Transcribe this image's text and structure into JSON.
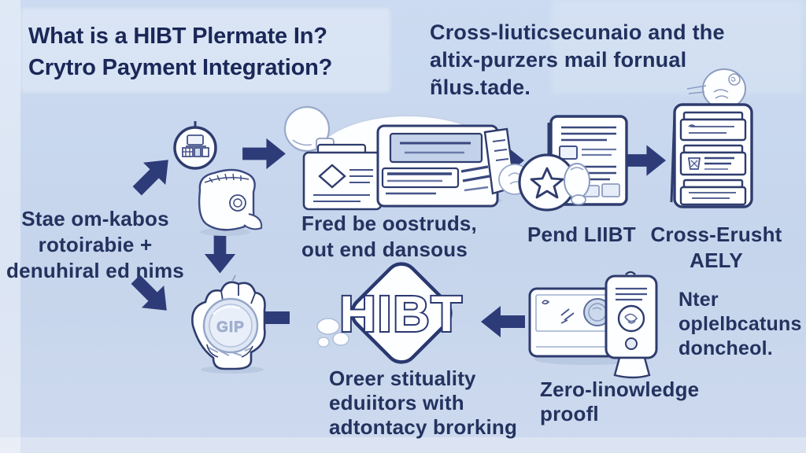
{
  "colors": {
    "background": "#c8d7ee",
    "text_navy": "#1f2d60",
    "arrow_navy": "#2d3c78",
    "icon_outline": "#2e3c6e",
    "icon_fill": "#fdfeff",
    "coin_fill": "#dfe7f4"
  },
  "title": {
    "lines": [
      "What is a HIBT Plermate In?",
      "Crytro Payment Integration?"
    ]
  },
  "intro": {
    "lines": [
      "Cross-liuticsecunaio and the",
      "altix-purzers mail fornual",
      "ñlus.tade."
    ]
  },
  "labels": {
    "tokens": {
      "lines": [
        "Stae om-kabos",
        "rotoirabie +",
        "denuhiral ed nims"
      ]
    },
    "contracts": {
      "lines": [
        "Fred be oostruds,",
        "out end dansous"
      ]
    },
    "pend": {
      "lines": [
        "Pend LIIBT"
      ]
    },
    "cross": {
      "lines": [
        "Cross-Erusht",
        "AELY"
      ]
    },
    "nter": {
      "lines": [
        "Nter",
        "oplelbcatuns",
        "doncheol."
      ]
    },
    "order": {
      "lines": [
        "Oreer stituality",
        "eduiitors with",
        "adtontacy brorking"
      ]
    },
    "zero": {
      "lines": [
        "Zero-linowledge",
        "proofl"
      ]
    }
  },
  "logo": {
    "text": "HIBT"
  },
  "coin": {
    "text": "GIP"
  },
  "icons": [
    "machine-circle-icon",
    "robot-blob-icon",
    "documents-cluster-icon",
    "certificate-star-icon",
    "list-panel-icon",
    "hibt-diamond-logo",
    "hand-coin-icon",
    "card-tablet-icon",
    "arrow-up-right-icon",
    "arrow-right-icon",
    "arrow-down-icon",
    "arrow-down-right-icon",
    "arrow-left-icon"
  ]
}
